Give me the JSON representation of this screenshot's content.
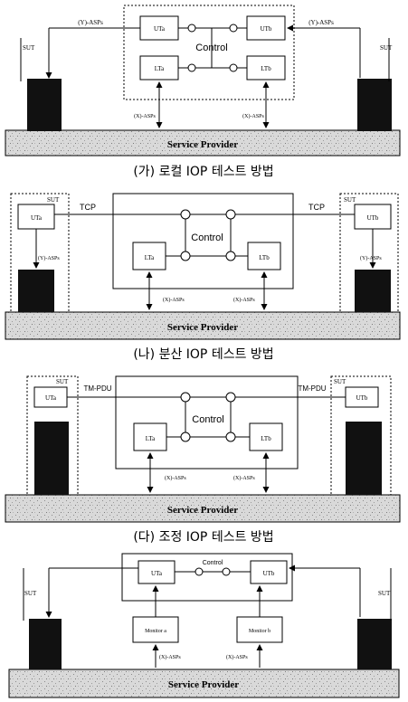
{
  "common": {
    "service_provider": "Service Provider",
    "control": "Control",
    "sut": "SUT",
    "uta": "UTa",
    "utb": "UTb",
    "lta": "LTa",
    "ltb": "LTb",
    "x_asps": "(X)-ASPs",
    "y_asps": "(Y)-ASPs"
  },
  "panels": [
    {
      "caption": "(가) 로컬 IOP 테스트 방법"
    },
    {
      "caption": "(나) 분산 IOP 테스트 방법",
      "link_label": "TCP"
    },
    {
      "caption": "(다) 조정 IOP 테스트 방법",
      "link_label": "TM-PDU"
    },
    {
      "monitor_a": "Monitor a",
      "monitor_b": "Monitor b"
    }
  ]
}
